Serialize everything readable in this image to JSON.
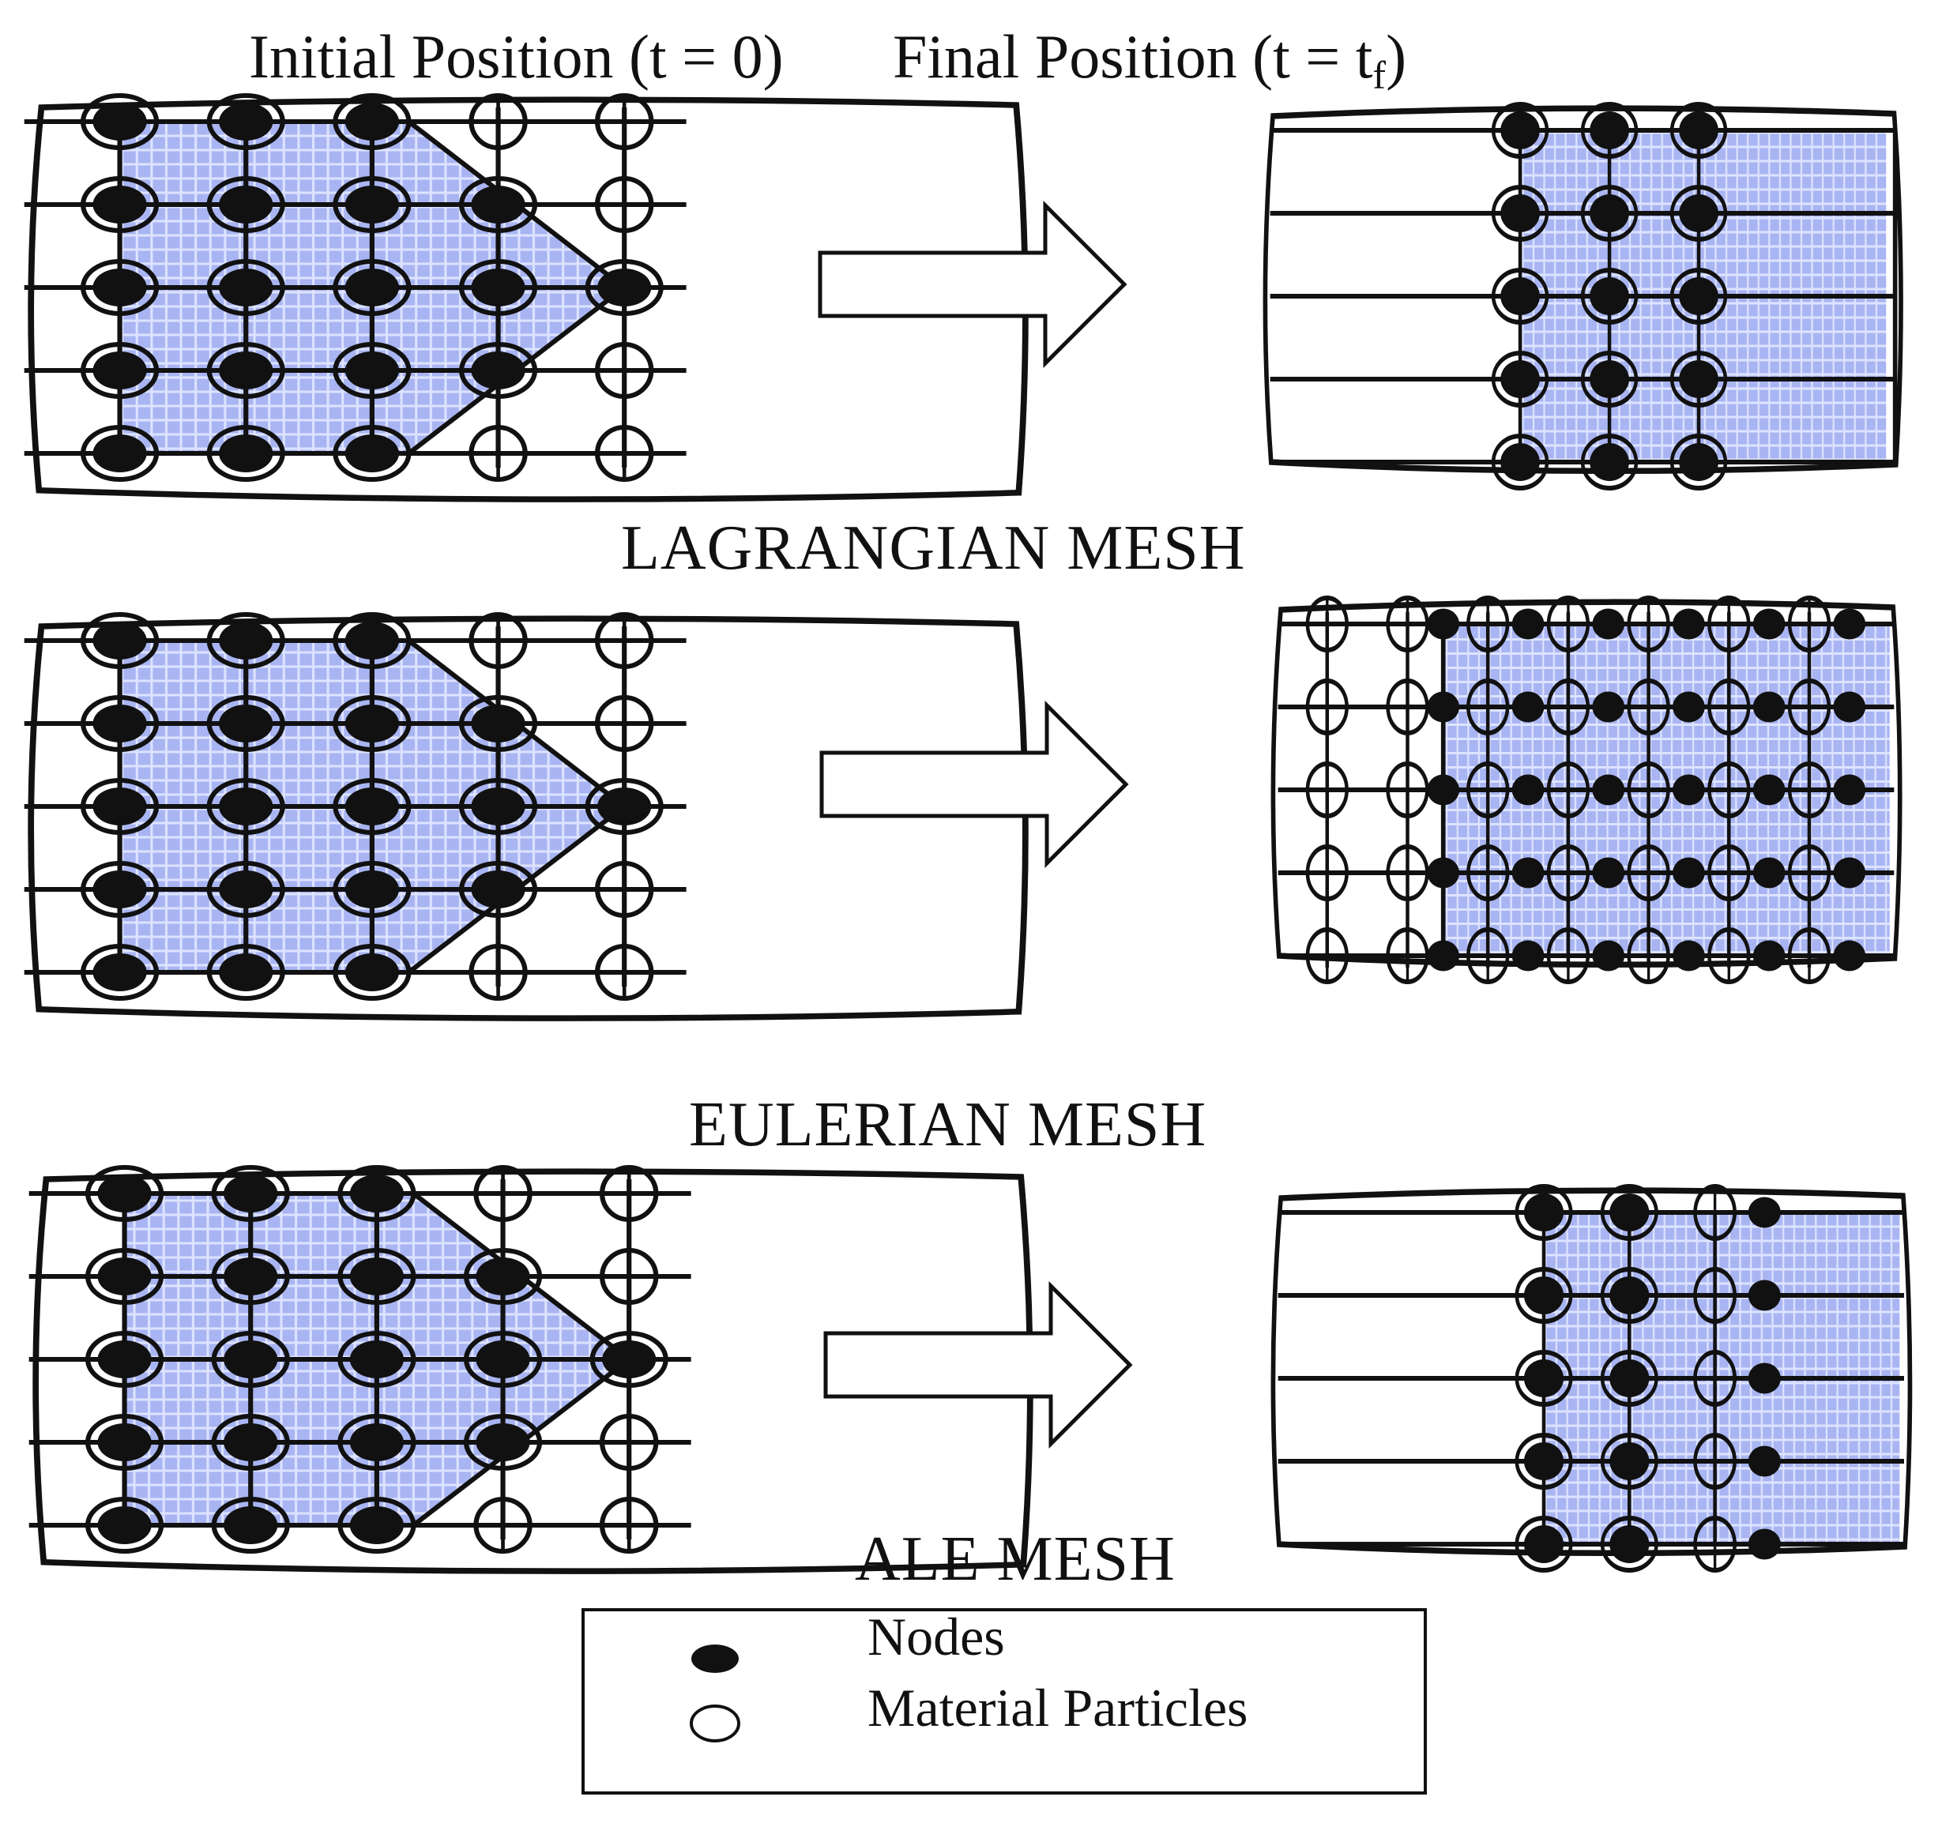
{
  "header": {
    "initial": "Initial Position (t = 0)",
    "final_main": "Final Position (t = t",
    "final_sub": "f",
    "final_close": ")"
  },
  "sections": [
    {
      "id": "lagrangian",
      "label": "LAGRANGIAN MESH"
    },
    {
      "id": "eulerian",
      "label": "EULERIAN MESH"
    },
    {
      "id": "ale",
      "label": "ALE MESH"
    }
  ],
  "legend": {
    "nodes": "Nodes",
    "particles": "Material Particles"
  },
  "colors": {
    "material_fill": "#a9b5f2",
    "material_hatch": "#dde3ff",
    "line": "#111111",
    "background": "#ffffff"
  }
}
